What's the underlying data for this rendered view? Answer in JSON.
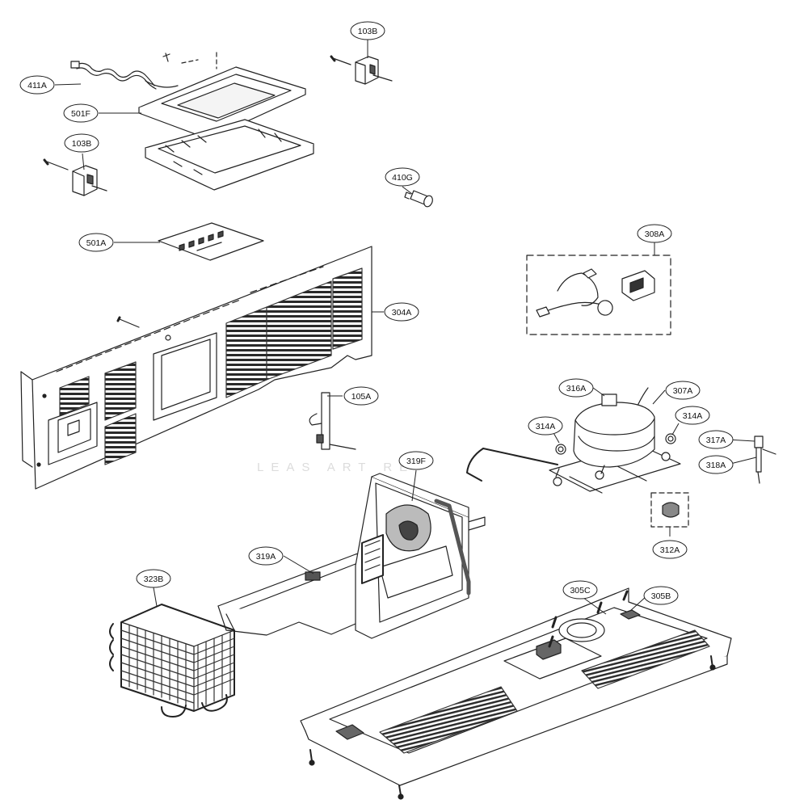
{
  "diagram": {
    "watermark": "LEAS  ART  RE",
    "colors": {
      "line": "#222222",
      "fill": "#ffffff",
      "shade": "#555555",
      "watermark": "#dcdcdc"
    },
    "callouts": [
      {
        "id": "411A",
        "label": "411A"
      },
      {
        "id": "501F",
        "label": "501F"
      },
      {
        "id": "103B-top",
        "label": "103B"
      },
      {
        "id": "103B-left",
        "label": "103B"
      },
      {
        "id": "410G",
        "label": "410G"
      },
      {
        "id": "501A",
        "label": "501A"
      },
      {
        "id": "304A",
        "label": "304A"
      },
      {
        "id": "308A",
        "label": "308A"
      },
      {
        "id": "316A",
        "label": "316A"
      },
      {
        "id": "307A",
        "label": "307A"
      },
      {
        "id": "314A-left",
        "label": "314A"
      },
      {
        "id": "314A-right",
        "label": "314A"
      },
      {
        "id": "317A",
        "label": "317A"
      },
      {
        "id": "318A",
        "label": "318A"
      },
      {
        "id": "105A",
        "label": "105A"
      },
      {
        "id": "319F",
        "label": "319F"
      },
      {
        "id": "312A",
        "label": "312A"
      },
      {
        "id": "319A",
        "label": "319A"
      },
      {
        "id": "323B",
        "label": "323B"
      },
      {
        "id": "305C",
        "label": "305C"
      },
      {
        "id": "305B",
        "label": "305B"
      }
    ]
  }
}
